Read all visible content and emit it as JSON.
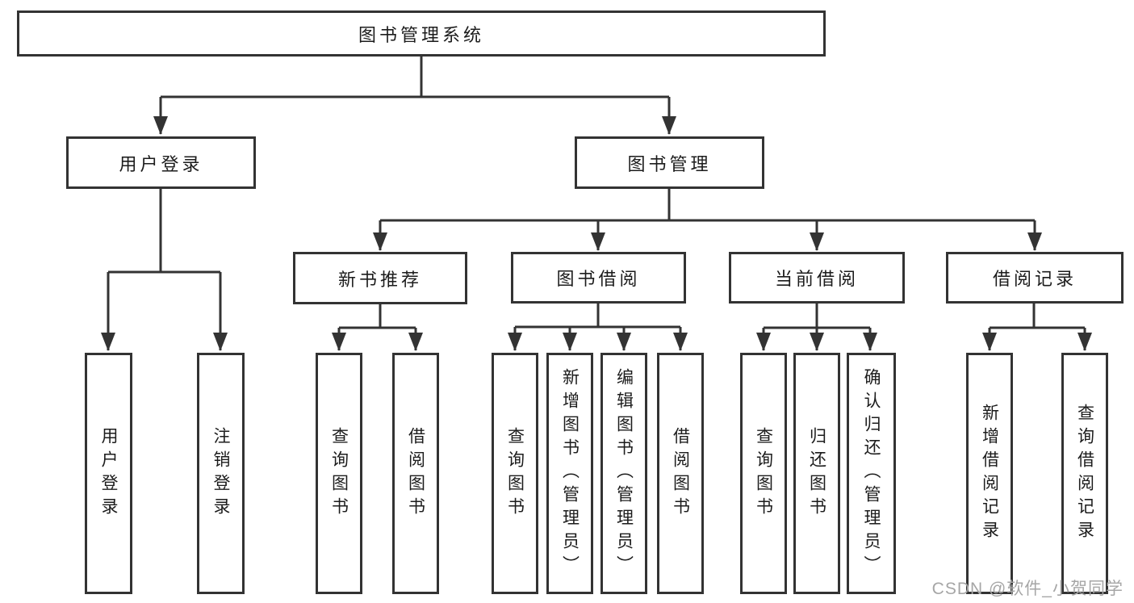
{
  "root": {
    "label": "图书管理系统"
  },
  "branches": [
    {
      "label": "用户登录",
      "children": [
        {
          "label": "用户登录"
        },
        {
          "label": "注销登录"
        }
      ]
    },
    {
      "label": "图书管理",
      "children": [
        {
          "label": "新书推荐",
          "children": [
            {
              "label": "查询图书"
            },
            {
              "label": "借阅图书"
            }
          ]
        },
        {
          "label": "图书借阅",
          "children": [
            {
              "label": "查询图书"
            },
            {
              "label": "新增图书（管理员）"
            },
            {
              "label": "编辑图书（管理员）"
            },
            {
              "label": "借阅图书"
            }
          ]
        },
        {
          "label": "当前借阅",
          "children": [
            {
              "label": "查询图书"
            },
            {
              "label": "归还图书"
            },
            {
              "label": "确认归还（管理员）"
            }
          ]
        },
        {
          "label": "借阅记录",
          "children": [
            {
              "label": "新增借阅记录"
            },
            {
              "label": "查询借阅记录"
            }
          ]
        }
      ]
    }
  ],
  "watermark": "CSDN @软件_小贺同学",
  "colors": {
    "line": "#333333",
    "text": "#1c1c1c",
    "box_fill": "#ffffff",
    "watermark": "#a6a6a6",
    "background": "#ffffff"
  }
}
